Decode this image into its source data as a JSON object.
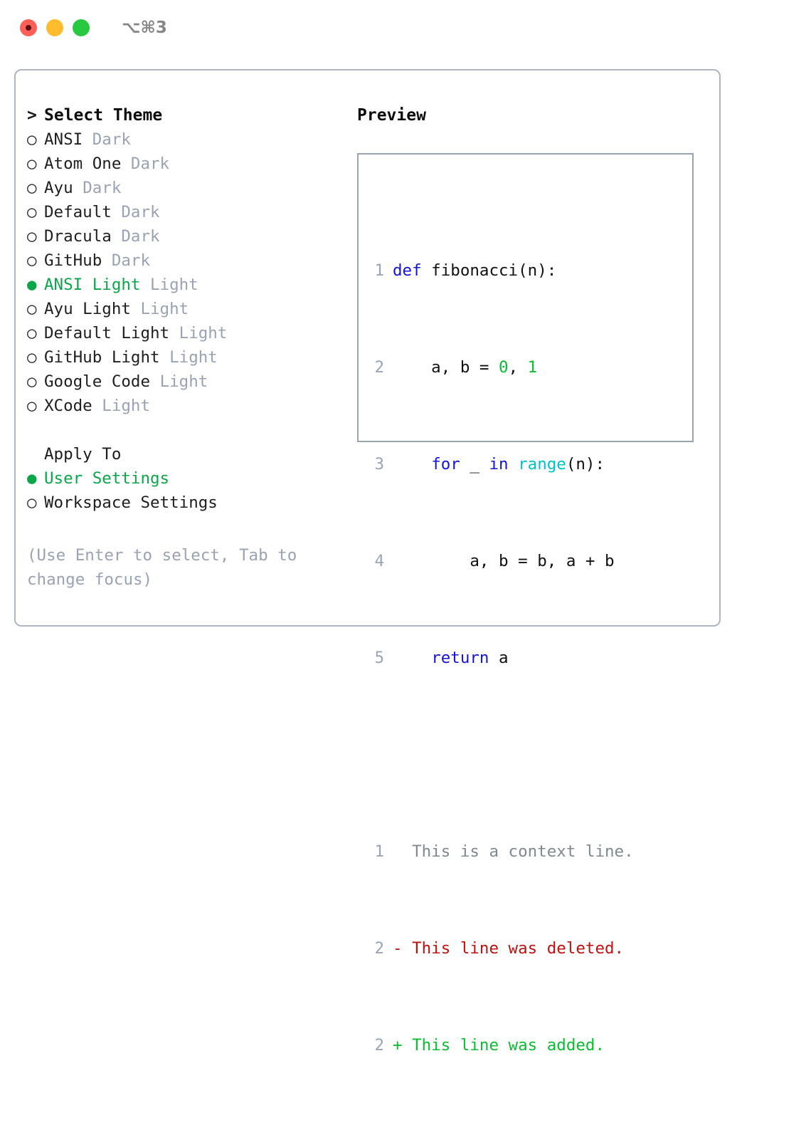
{
  "window": {
    "title": "⌥⌘3",
    "traffic_lights": [
      {
        "name": "close",
        "color": "#ff5f57"
      },
      {
        "name": "minimize",
        "color": "#ffbd2e"
      },
      {
        "name": "maximize",
        "color": "#28c840"
      }
    ]
  },
  "colors": {
    "accent_green": "#0ca64a",
    "muted": "#9aa3b5",
    "panel_border": "#aeb6c4",
    "preview_border": "#9aa3b2",
    "keyword_blue": "#1414e0",
    "function_cyan": "#00c3c9",
    "number_green": "#0bbd33",
    "diff_delete": "#c01111",
    "diff_add": "#0bbd33",
    "line_number": "#9aa5b8"
  },
  "theme_selector": {
    "heading_marker": ">",
    "heading": "Select Theme",
    "marker_unselected": "○",
    "marker_selected": "●",
    "items": [
      {
        "name": "ANSI",
        "kind": "Dark",
        "selected": false
      },
      {
        "name": "Atom One",
        "kind": "Dark",
        "selected": false
      },
      {
        "name": "Ayu",
        "kind": "Dark",
        "selected": false
      },
      {
        "name": "Default",
        "kind": "Dark",
        "selected": false
      },
      {
        "name": "Dracula",
        "kind": "Dark",
        "selected": false
      },
      {
        "name": "GitHub",
        "kind": "Dark",
        "selected": false
      },
      {
        "name": "ANSI Light",
        "kind": "Light",
        "selected": true
      },
      {
        "name": "Ayu Light",
        "kind": "Light",
        "selected": false
      },
      {
        "name": "Default Light",
        "kind": "Light",
        "selected": false
      },
      {
        "name": "GitHub Light",
        "kind": "Light",
        "selected": false
      },
      {
        "name": "Google Code",
        "kind": "Light",
        "selected": false
      },
      {
        "name": "XCode",
        "kind": "Light",
        "selected": false
      }
    ]
  },
  "apply_to": {
    "label": "Apply To",
    "options": [
      {
        "label": "User Settings",
        "selected": true
      },
      {
        "label": "Workspace Settings",
        "selected": false
      }
    ]
  },
  "hint": "(Use Enter to select, Tab to change focus)",
  "preview": {
    "title": "Preview",
    "code_lines": [
      {
        "no": "1",
        "tokens": [
          {
            "t": "def",
            "c": "kw"
          },
          {
            "t": " fibonacci(n):",
            "c": "txt"
          }
        ]
      },
      {
        "no": "2",
        "tokens": [
          {
            "t": "    a, b = ",
            "c": "txt"
          },
          {
            "t": "0",
            "c": "num"
          },
          {
            "t": ", ",
            "c": "txt"
          },
          {
            "t": "1",
            "c": "num"
          }
        ]
      },
      {
        "no": "3",
        "tokens": [
          {
            "t": "    ",
            "c": "txt"
          },
          {
            "t": "for",
            "c": "kw"
          },
          {
            "t": " _ ",
            "c": "txt"
          },
          {
            "t": "in",
            "c": "kw"
          },
          {
            "t": " ",
            "c": "txt"
          },
          {
            "t": "range",
            "c": "fn"
          },
          {
            "t": "(n):",
            "c": "txt"
          }
        ]
      },
      {
        "no": "4",
        "tokens": [
          {
            "t": "        a, b = b, a + b",
            "c": "txt"
          }
        ]
      },
      {
        "no": "5",
        "tokens": [
          {
            "t": "    ",
            "c": "txt"
          },
          {
            "t": "return",
            "c": "kw"
          },
          {
            "t": " a",
            "c": "txt"
          }
        ]
      }
    ],
    "diff_lines": [
      {
        "no": "1",
        "marker": " ",
        "text": "  This is a context line.",
        "c": "ctx"
      },
      {
        "no": "2",
        "marker": " ",
        "text": "- This line was deleted.",
        "c": "del"
      },
      {
        "no": "2",
        "marker": " ",
        "text": "+ This line was added.",
        "c": "add"
      }
    ]
  }
}
